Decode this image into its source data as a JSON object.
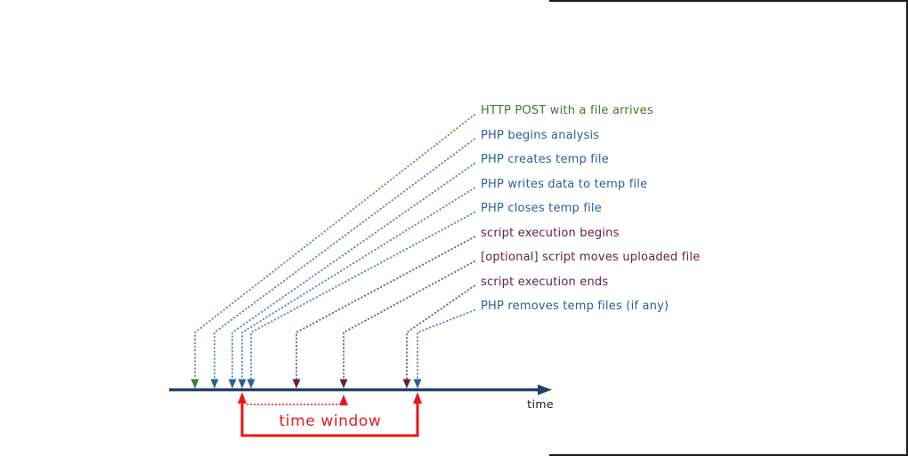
{
  "events": [
    {
      "label": "HTTP POST with a file arrives",
      "color": "#3f7a2f"
    },
    {
      "label": "PHP begins analysis",
      "color": "#2e6095"
    },
    {
      "label": "PHP creates temp file",
      "color": "#2e6095"
    },
    {
      "label": "PHP writes data to temp file",
      "color": "#2e6095"
    },
    {
      "label": "PHP closes temp file",
      "color": "#2e6095"
    },
    {
      "label": "script execution begins",
      "color": "#632447"
    },
    {
      "label": "[optional] script moves uploaded file",
      "color": "#632447"
    },
    {
      "label": "script execution ends",
      "color": "#632447"
    },
    {
      "label": "PHP removes temp files (if any)",
      "color": "#2e6095"
    }
  ],
  "axis": {
    "label": "time"
  },
  "annotation": {
    "label": "time window"
  },
  "colors": {
    "timeline": "#24436b",
    "bracket_red": "#ee1414",
    "time_window_text": "#df2020",
    "time_text": "#161616",
    "frame_black": "#1b1b1b"
  }
}
